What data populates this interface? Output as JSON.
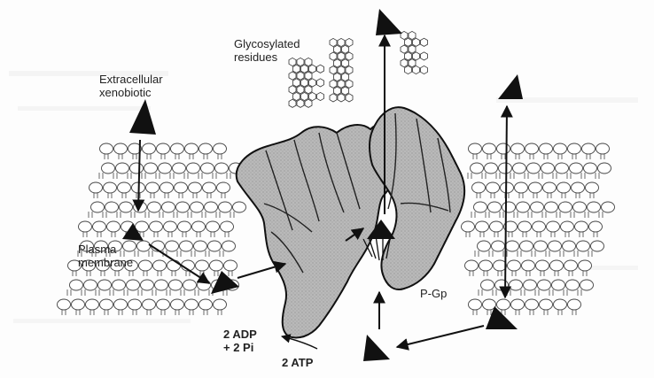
{
  "labels": {
    "glycosylated": "Glycosylated\nresidues",
    "xenobiotic": "Extracellular\nxenobiotic",
    "plasma_membrane": "Plasma\nmembrane",
    "pgp": "P-Gp",
    "adp": "2 ADP\n+ 2 Pi",
    "atp": "2 ATP"
  },
  "colors": {
    "background": "#fdfdfd",
    "membrane_head": "#ffffff",
    "membrane_outline": "#444444",
    "protein_fill": "#b9b9b9",
    "ink": "#111111",
    "scan_grey": "#e6e6e6"
  },
  "icons": [
    "triangle-drug-icon",
    "arrow-icon",
    "hexagon-chain-icon"
  ]
}
